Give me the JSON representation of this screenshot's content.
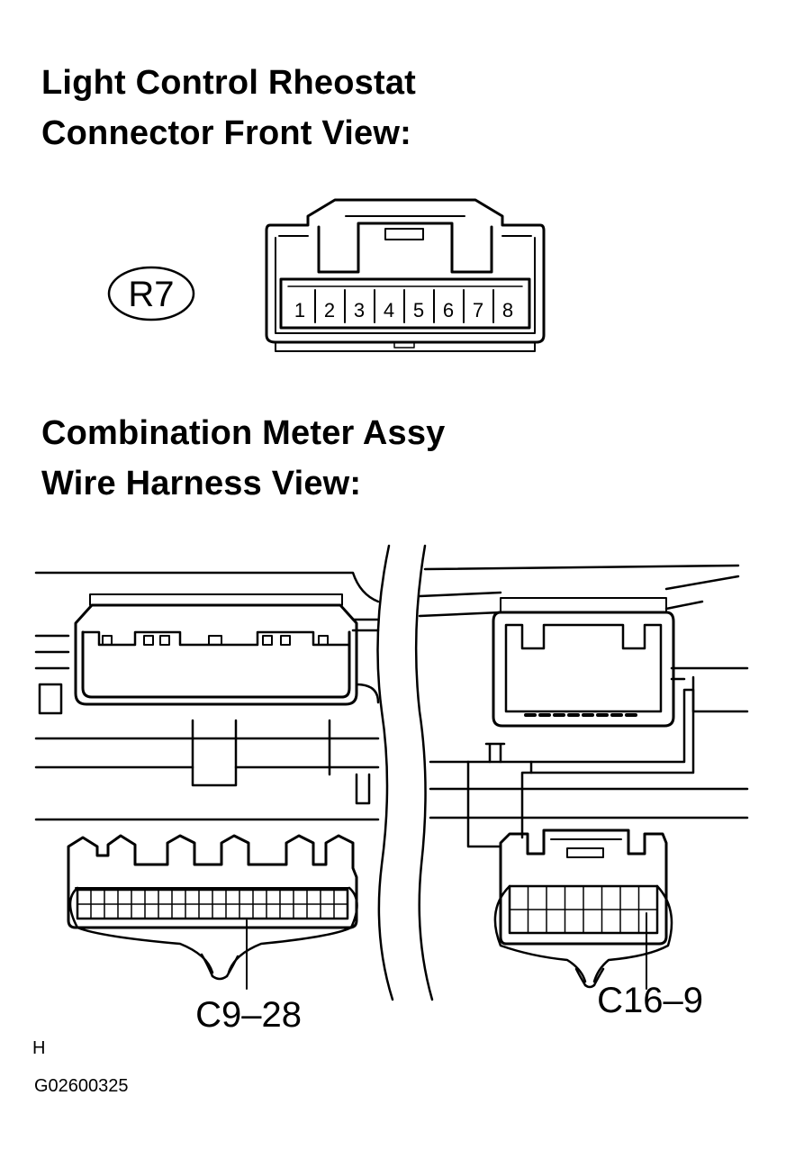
{
  "section1": {
    "title_line1": "Light Control Rheostat",
    "title_line2": "Connector Front View:"
  },
  "rheostat_connector": {
    "label": "R7",
    "pins": [
      "1",
      "2",
      "3",
      "4",
      "5",
      "6",
      "7",
      "8"
    ]
  },
  "section2": {
    "title_line1": "Combination Meter Assy",
    "title_line2": "Wire Harness View:"
  },
  "callouts": {
    "left_terminal": "C9–28",
    "right_terminal": "C16–9"
  },
  "footer": {
    "view_letter": "H",
    "figure_code": "G02600325"
  }
}
